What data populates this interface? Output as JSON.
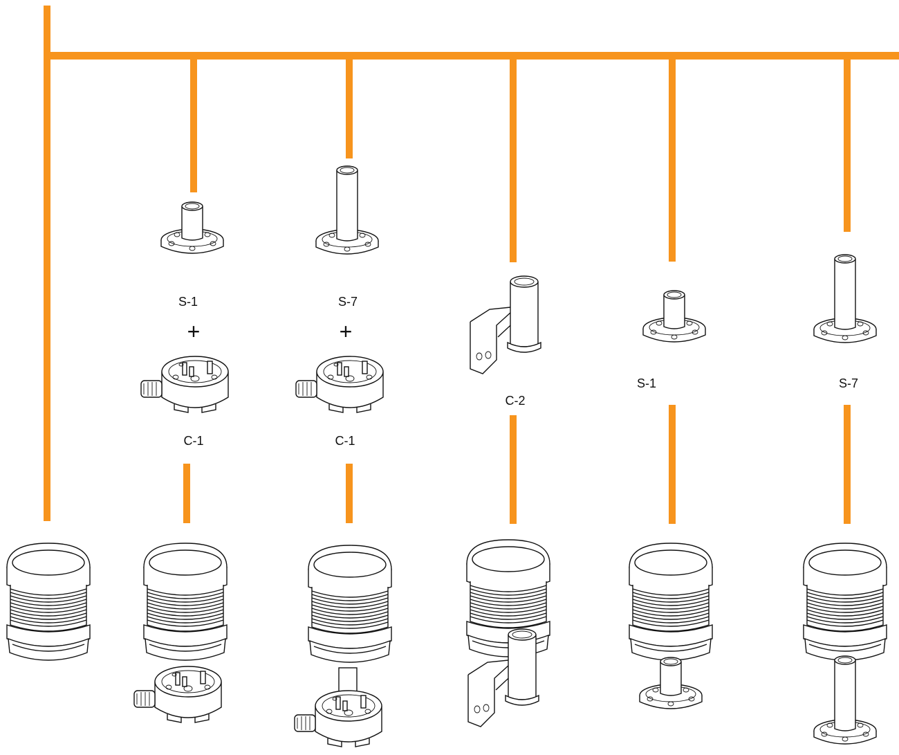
{
  "colors": {
    "connector": "#f7941d",
    "outline": "#111111",
    "background": "#ffffff"
  },
  "plus_symbol": "+",
  "columns": [
    {
      "id": "beacon-only",
      "labels": []
    },
    {
      "id": "s1-c1",
      "labels": [
        "S-1",
        "C-1"
      ],
      "plus": true
    },
    {
      "id": "s7-c1",
      "labels": [
        "S-7",
        "C-1"
      ],
      "plus": true
    },
    {
      "id": "c2",
      "labels": [
        "C-2"
      ]
    },
    {
      "id": "s1",
      "labels": [
        "S-1"
      ]
    },
    {
      "id": "s7",
      "labels": [
        "S-7"
      ]
    }
  ],
  "labels": {
    "col2_top": "S-1",
    "col2_bottom": "C-1",
    "col3_top": "S-7",
    "col3_bottom": "C-1",
    "col4": "C-2",
    "col5": "S-1",
    "col6": "S-7"
  }
}
